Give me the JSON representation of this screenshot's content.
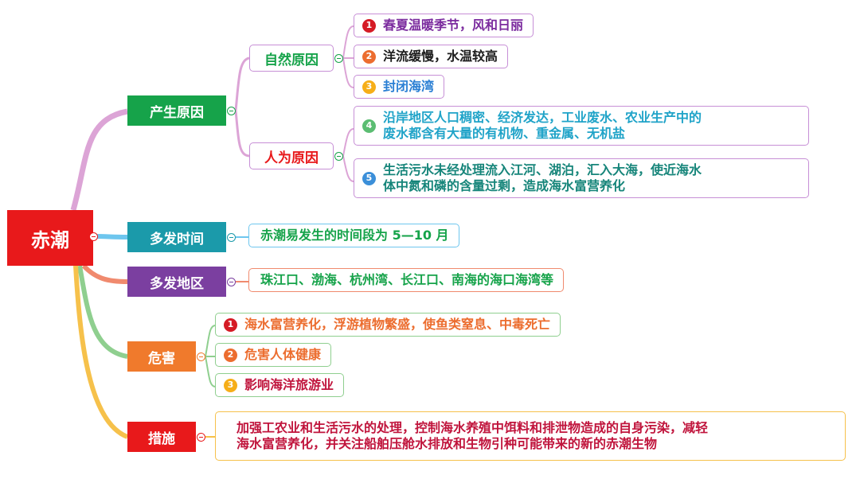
{
  "root": {
    "label": "赤潮",
    "color": "#e8191b"
  },
  "branches": {
    "cause": {
      "label": "产生原因",
      "color": "#16a34a",
      "natural": {
        "label": "自然原因",
        "text_color": "#16a34a",
        "border": "#c78fd6",
        "items": [
          {
            "num": "1",
            "num_color": "#d51b25",
            "text": "春夏温暖季节，风和日丽",
            "text_color": "#7b2b9e",
            "border": "#c78fd6"
          },
          {
            "num": "2",
            "num_color": "#ec6d2f",
            "text": "洋流缓慢，水温较高",
            "text_color": "#1c1c1c",
            "border": "#c78fd6"
          },
          {
            "num": "3",
            "num_color": "#f6ae18",
            "text": "封闭海湾",
            "text_color": "#2a7fd4",
            "border": "#c78fd6"
          }
        ]
      },
      "human": {
        "label": "人为原因",
        "text_color": "#e8191b",
        "border": "#c78fd6",
        "items": [
          {
            "num": "4",
            "num_color": "#5bbd72",
            "line1": "沿岸地区人口稠密、经济发达，工业废水、农业生产中的",
            "line2": "废水都含有大量的有机物、重金属、无机盐",
            "text_color": "#1fa3c8",
            "border": "#c78fd6"
          },
          {
            "num": "5",
            "num_color": "#3b8fd9",
            "line1": "生活污水未经处理流入江河、湖泊，汇入大海，使近海水",
            "line2": "体中氮和磷的含量过剩，造成海水富营养化",
            "text_color": "#16857a",
            "border": "#c78fd6"
          }
        ]
      }
    },
    "time": {
      "label": "多发时间",
      "color": "#1b9aaa",
      "item": {
        "text": "赤潮易发生的时间段为 5—10 月",
        "text_color": "#16a34a",
        "border": "#6ec6ee"
      }
    },
    "region": {
      "label": "多发地区",
      "color": "#7b3fa0",
      "item": {
        "text": "珠江口、渤海、杭州湾、长江口、南海的海口海湾等",
        "text_color": "#16a34a",
        "border": "#f08a6e"
      }
    },
    "harm": {
      "label": "危害",
      "color": "#f07a2c",
      "items": [
        {
          "num": "1",
          "num_color": "#d51b25",
          "text": "海水富营养化，浮游植物繁盛，使鱼类窒息、中毒死亡",
          "text_color": "#ec6d2f",
          "border": "#8fcf8f"
        },
        {
          "num": "2",
          "num_color": "#ec6d2f",
          "text": "危害人体健康",
          "text_color": "#ec6d2f",
          "border": "#8fcf8f"
        },
        {
          "num": "3",
          "num_color": "#f6ae18",
          "text": "影响海洋旅游业",
          "text_color": "#c0143c",
          "border": "#8fcf8f"
        }
      ]
    },
    "measure": {
      "label": "措施",
      "color": "#e8191b",
      "item": {
        "line1": "加强工农业和生活污水的处理，控制海水养殖中饵料和排泄物造成的自身污染，减轻",
        "line2": "海水富营养化，并关注船舶压舱水排放和生物引种可能带来的新的赤潮生物",
        "text_color": "#c0143c",
        "border": "#f6c14b"
      }
    }
  },
  "connector_colors": {
    "cause": "#dca4d6",
    "time": "#6ec6ee",
    "region": "#f08a6e",
    "harm": "#8fcf8f",
    "measure": "#f6c14b",
    "natural": "#dca4d6",
    "human": "#dca4d6"
  }
}
